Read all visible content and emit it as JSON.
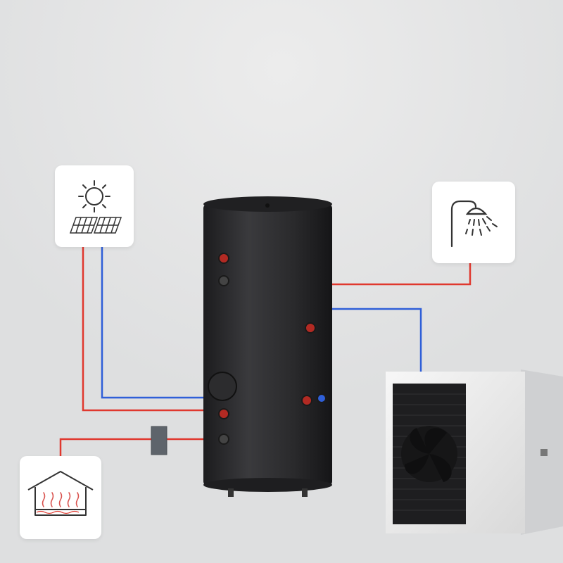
{
  "diagram": {
    "nodes": [
      {
        "id": "solar-panel",
        "icon": "solar-panel-icon"
      },
      {
        "id": "shower",
        "icon": "shower-icon"
      },
      {
        "id": "underfloor-heating",
        "icon": "underfloor-heating-icon"
      },
      {
        "id": "storage-tank",
        "icon": "water-tank"
      },
      {
        "id": "heat-pump",
        "icon": "heat-pump-unit"
      },
      {
        "id": "pump-station",
        "icon": "pump-box"
      }
    ],
    "connections": [
      {
        "from": "solar-panel",
        "to": "storage-tank",
        "type": "hot"
      },
      {
        "from": "solar-panel",
        "to": "storage-tank",
        "type": "cold"
      },
      {
        "from": "storage-tank",
        "to": "shower",
        "type": "hot"
      },
      {
        "from": "storage-tank",
        "to": "heat-pump",
        "type": "cold"
      },
      {
        "from": "storage-tank",
        "to": "underfloor-heating",
        "type": "hot"
      }
    ],
    "colors": {
      "hot": "#e0382e",
      "cold": "#2f5fd8",
      "background": "#dedfe0",
      "tank": "#2a2a2c",
      "card": "#ffffff",
      "icon": "#333333"
    }
  }
}
